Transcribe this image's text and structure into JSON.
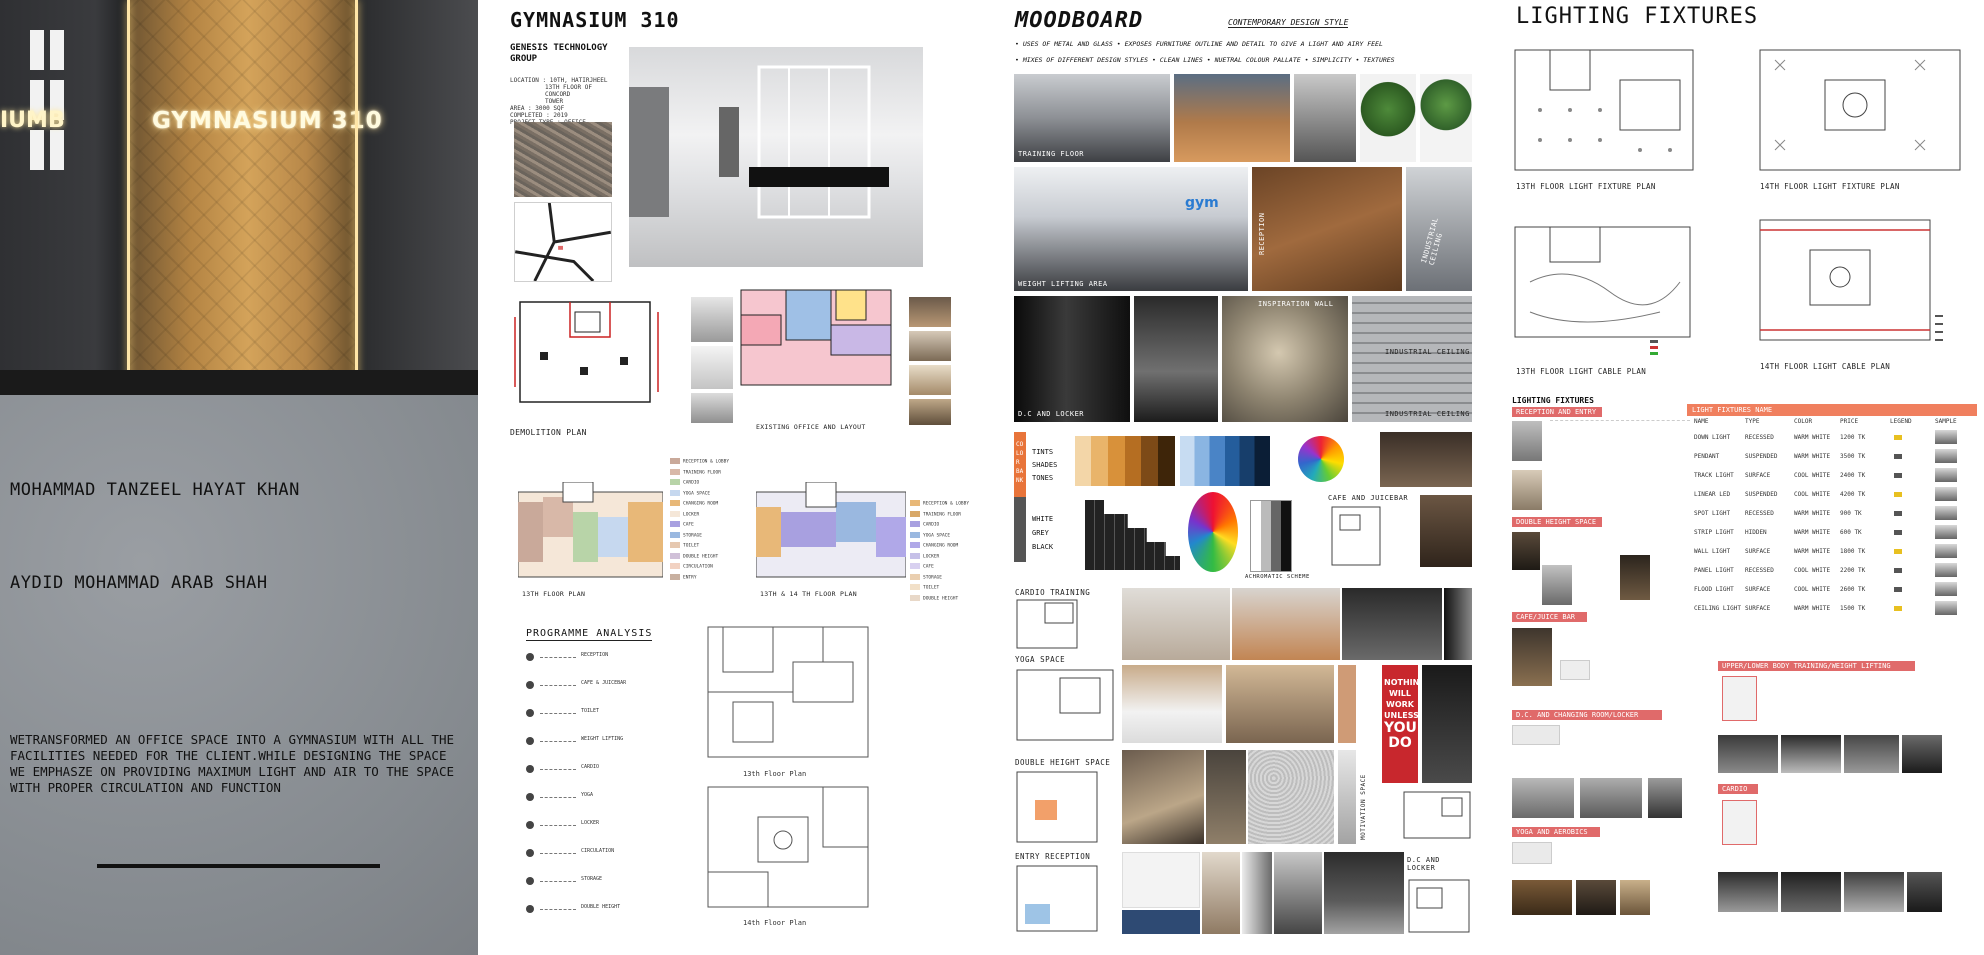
{
  "cover": {
    "sign_text": "GYMNASIUM 310",
    "sign_partial": "IUMB",
    "author_1": "MOHAMMAD TANZEEL HAYAT KHAN",
    "author_2": "AYDID MOHAMMAD ARAB SHAH",
    "description": "WETRANSFORMED AN OFFICE SPACE INTO A GYMNASIUM WITH ALL THE FACILITIES NEEDED FOR THE CLIENT.WHILE DESIGNING THE SPACE WE EMPHASZE ON PROVIDING MAXIMUM LIGHT AND AIR TO THE SPACE WITH PROPER CIRCULATION AND FUNCTION"
  },
  "panel2": {
    "title": "GYMNASIUM 310",
    "client": "GENESIS TECHNOLOGY GROUP",
    "info_lines": [
      "LOCATION : 10TH, HATIRJHEEL",
      "13TH FLOOR OF CONCORD",
      "TOWER",
      "AREA : 3000 SQF",
      "COMPLETED : 2019",
      "PROJECT TYPE : OFFICE"
    ],
    "demolition_caption": "DEMOLITION PLAN",
    "existing_caption": "EXISTING OFFICE AND LAYOUT",
    "floor13_caption": "13TH FLOOR PLAN",
    "floor14_caption": "13TH & 14 TH FLOOR PLAN",
    "programme_title": "PROGRAMME ANALYSIS",
    "plan13_label": "13th Floor Plan",
    "plan14_label": "14th Floor Plan",
    "legend_items": [
      "RECEPTION & LOBBY",
      "TRAINING FLOOR",
      "CARDIO",
      "YOGA SPACE",
      "CHANGING ROOM",
      "LOCKER",
      "CAFE",
      "STORAGE",
      "TOILET",
      "DOUBLE HEIGHT",
      "CIRCULATION",
      "ENTRY"
    ],
    "programme_items": [
      "RECEPTION",
      "CAFE & JUICEBAR",
      "TOILET",
      "WEIGHT LIFTING",
      "CARDIO",
      "YOGA",
      "LOCKER",
      "CIRCULATION",
      "STORAGE",
      "DOUBLE HEIGHT"
    ]
  },
  "moodboard": {
    "title": "MOODBOARD",
    "subtitle": "CONTEMPORARY DESIGN STYLE",
    "bullets_1": "• USES OF METAL AND GLASS   • EXPOSES FURNITURE OUTLINE AND DETAIL TO GIVE A LIGHT AND AIRY FEEL",
    "bullets_2": "• MIXES OF DIFFERENT DESIGN STYLES   • CLEAN LINES   • NUETRAL COLOUR PALLATE   • SIMPLICITY   • TEXTURES",
    "labels": {
      "training": "TRAINING FLOOR",
      "weight": "WEIGHT LIFTING AREA",
      "reception": "RECEPTION",
      "dressing": "D.C AND LOCKER",
      "inspiration": "INSPIRATION WALL",
      "industrial_1": "INDUSTRIAL CEILING",
      "industrial_2": "INDUSTRIAL CEILING",
      "cafe": "CAFE AND JUICEBAR",
      "cardio": "CARDIO TRAINING",
      "yoga": "YOGA SPACE",
      "double": "DOUBLE HEIGHT SPACE",
      "entry": "ENTRY RECEPTION",
      "motivation": "MOTIVATION SPACE",
      "dc_locker": "D.C AND LOCKER",
      "achromatic": "ACHROMATIC SCHEME",
      "color_bank": "COLOR BANK"
    },
    "swatch_rows": [
      "TINTS",
      "SHADES",
      "TONES"
    ],
    "neutrals": [
      "WHITE",
      "GREY",
      "BLACK"
    ],
    "poster": [
      "NOTHING",
      "WILL",
      "WORK",
      "UNLESS",
      "YOU",
      "DO"
    ]
  },
  "lighting": {
    "title": "LIGHTING FIXTURES",
    "captions": [
      "13TH FLOOR LIGHT FIXTURE PLAN",
      "14TH FLOOR LIGHT FIXTURE PLAN",
      "13TH FLOOR LIGHT CABLE PLAN",
      "14TH FLOOR LIGHT CABLE PLAN"
    ],
    "sub_title": "LIGHTING FIXTURES",
    "sections": [
      "RECEPTION AND ENTRY",
      "DOUBLE HEIGHT SPACE",
      "CAFE/JUICE BAR",
      "D.C. AND CHANGING ROOM/LOCKER",
      "YOGA AND AEROBICS"
    ],
    "right_sections": [
      "UPPER/LOWER BODY TRAINING/WEIGHT LIFTING",
      "CARDIO"
    ],
    "table_header_bar": "LIGHT FIXTURES NAME",
    "table_headers": [
      "NAME",
      "TYPE",
      "COLOR",
      "PRICE",
      "LEGEND",
      "SAMPLE"
    ],
    "table_rows": [
      [
        "DOWN LIGHT",
        "RECESSED",
        "WARM WHITE",
        "1200 TK",
        "",
        ""
      ],
      [
        "PENDANT",
        "SUSPENDED",
        "WARM WHITE",
        "3500 TK",
        "",
        ""
      ],
      [
        "TRACK LIGHT",
        "SURFACE",
        "COOL WHITE",
        "2400 TK",
        "",
        ""
      ],
      [
        "LINEAR LED",
        "SUSPENDED",
        "COOL WHITE",
        "4200 TK",
        "",
        ""
      ],
      [
        "SPOT LIGHT",
        "RECESSED",
        "WARM WHITE",
        "900 TK",
        "",
        ""
      ],
      [
        "STRIP LIGHT",
        "HIDDEN",
        "WARM WHITE",
        "600 TK",
        "",
        ""
      ],
      [
        "WALL LIGHT",
        "SURFACE",
        "WARM WHITE",
        "1800 TK",
        "",
        ""
      ],
      [
        "PANEL LIGHT",
        "RECESSED",
        "COOL WHITE",
        "2200 TK",
        "",
        ""
      ],
      [
        "FLOOD LIGHT",
        "SURFACE",
        "COOL WHITE",
        "2600 TK",
        "",
        ""
      ],
      [
        "CEILING LIGHT",
        "SURFACE",
        "WARM WHITE",
        "1500 TK",
        "",
        ""
      ]
    ]
  },
  "colors": {
    "accent_red": "#e06a6a",
    "wood": "#c8954e",
    "concrete": "#8d9196"
  }
}
